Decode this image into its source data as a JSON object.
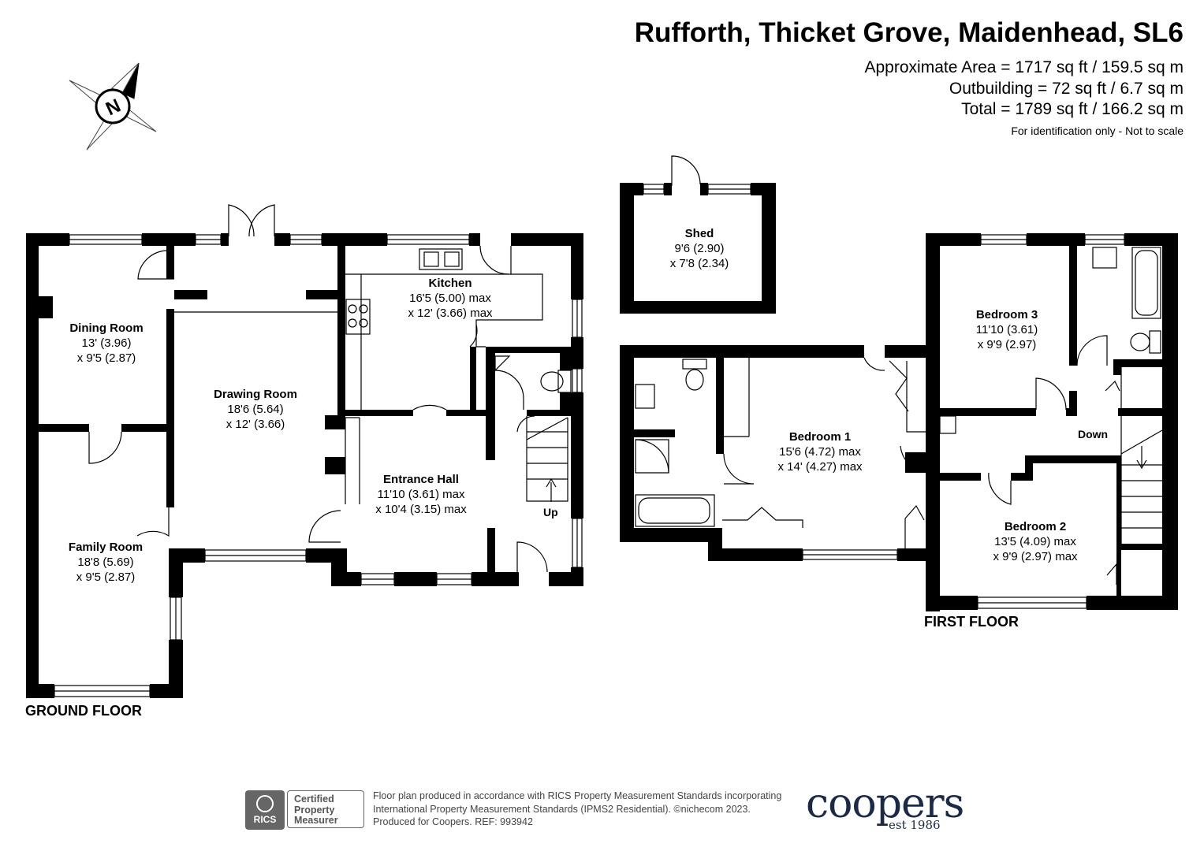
{
  "header": {
    "title": "Rufforth, Thicket Grove, Maidenhead, SL6",
    "approx_area": "Approximate Area = 1717 sq ft / 159.5 sq m",
    "outbuilding": "Outbuilding = 72 sq ft / 6.7 sq m",
    "total": "Total = 1789 sq ft / 166.2 sq m",
    "note": "For identification only - Not to scale"
  },
  "compass": {
    "label": "N",
    "icon": "north-arrow-icon"
  },
  "rooms": {
    "dining": {
      "name": "Dining Room",
      "d1": "13' (3.96)",
      "d2": "x 9'5 (2.87)"
    },
    "drawing": {
      "name": "Drawing Room",
      "d1": "18'6 (5.64)",
      "d2": "x 12' (3.66)"
    },
    "kitchen": {
      "name": "Kitchen",
      "d1": "16'5 (5.00) max",
      "d2": "x 12' (3.66) max"
    },
    "hall": {
      "name": "Entrance Hall",
      "d1": "11'10 (3.61) max",
      "d2": "x 10'4 (3.15) max"
    },
    "family": {
      "name": "Family Room",
      "d1": "18'8 (5.69)",
      "d2": "x 9'5 (2.87)"
    },
    "shed": {
      "name": "Shed",
      "d1": "9'6 (2.90)",
      "d2": "x 7'8 (2.34)"
    },
    "bed1": {
      "name": "Bedroom 1",
      "d1": "15'6 (4.72) max",
      "d2": "x 14' (4.27) max"
    },
    "bed2": {
      "name": "Bedroom 2",
      "d1": "13'5 (4.09) max",
      "d2": "x 9'9 (2.97) max"
    },
    "bed3": {
      "name": "Bedroom 3",
      "d1": "11'10 (3.61)",
      "d2": "x 9'9 (2.97)"
    }
  },
  "stairs": {
    "up": "Up",
    "down": "Down"
  },
  "floors": {
    "ground": "GROUND FLOOR",
    "first": "FIRST FLOOR"
  },
  "footer": {
    "rics_seal": "RICS",
    "rics_badge": [
      "Certified",
      "Property",
      "Measurer"
    ],
    "line1": "Floor plan produced in accordance with RICS Property Measurement Standards incorporating",
    "line2": "International Property Measurement Standards (IPMS2 Residential).  ©nichecom 2023.",
    "line3": "Produced for Coopers.    REF:  993942",
    "brand": "coopers",
    "brand_sub": "est 1986"
  }
}
